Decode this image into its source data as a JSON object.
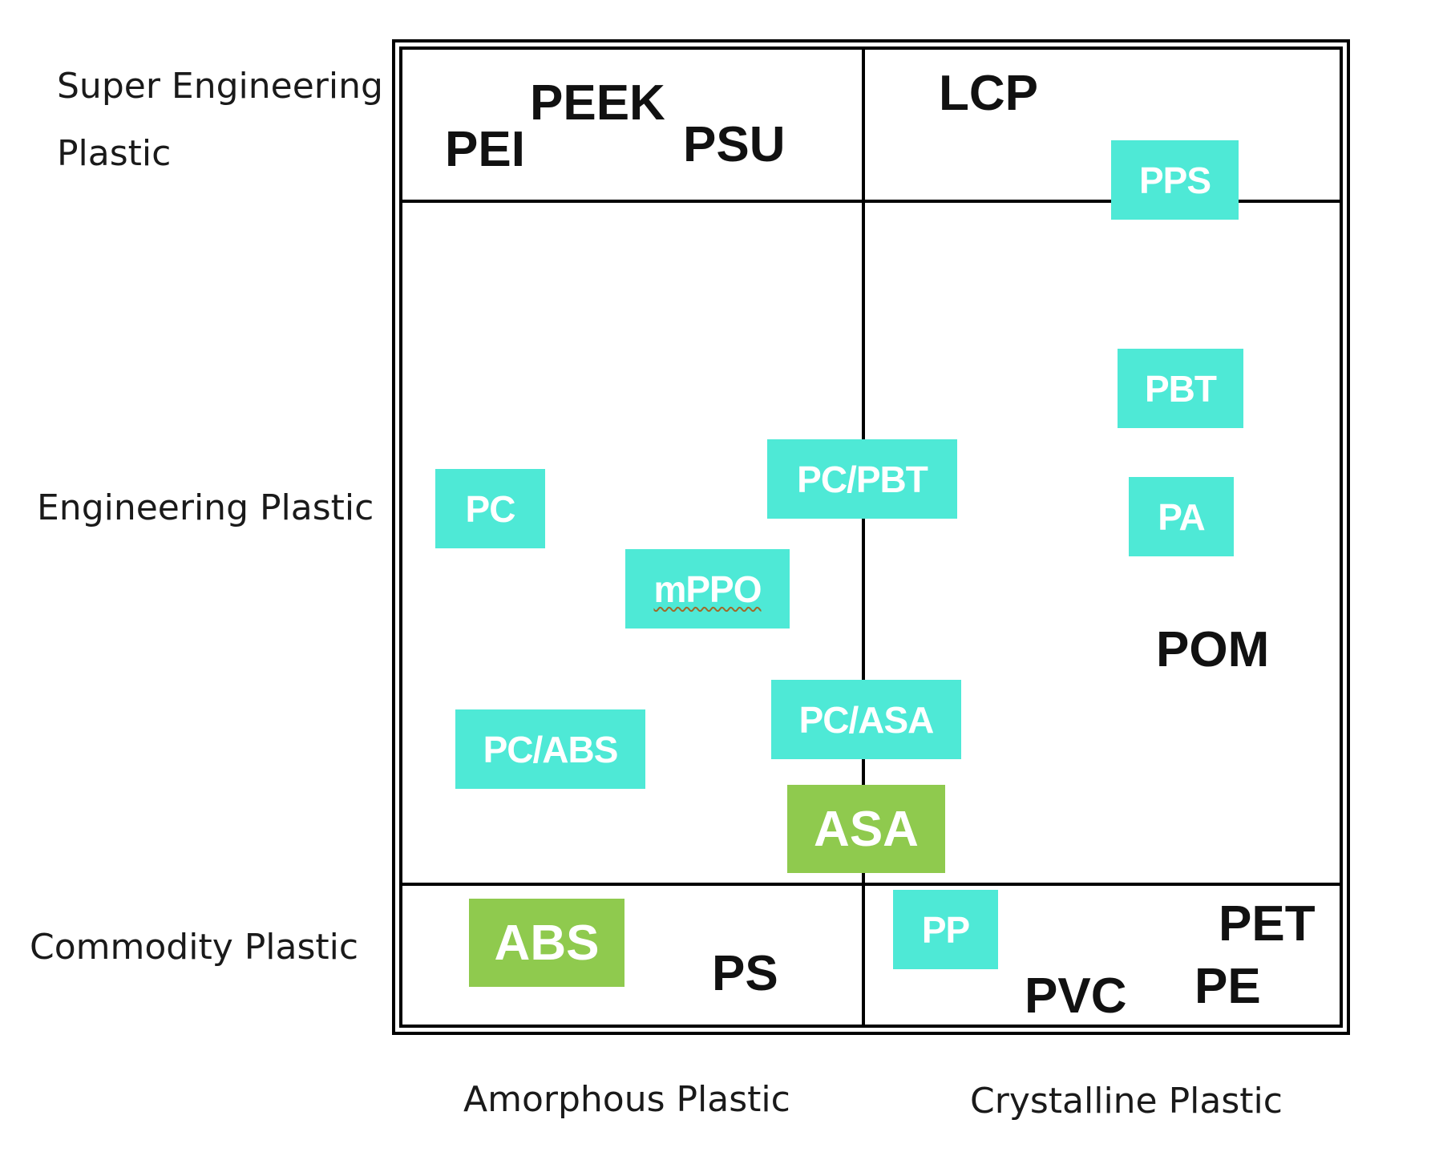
{
  "row_labels": {
    "super": [
      "Super Engineering",
      "Plastic"
    ],
    "engineering": "Engineering Plastic",
    "commodity": "Commodity Plastic"
  },
  "column_labels": {
    "amorphous": "Amorphous Plastic",
    "crystalline": "Crystalline Plastic"
  },
  "plain_materials": {
    "peek": "PEEK",
    "pei": "PEI",
    "psu": "PSU",
    "lcp": "LCP",
    "pom": "POM",
    "ps": "PS",
    "pet": "PET",
    "pe": "PE",
    "pvc": "PVC"
  },
  "highlighted_materials": {
    "pps": "PPS",
    "pbt": "PBT",
    "pa": "PA",
    "pc": "PC",
    "pc_pbt": "PC/PBT",
    "mppo": "mPPO",
    "pc_abs": "PC/ABS",
    "pc_asa": "PC/ASA",
    "asa": "ASA",
    "abs": "ABS",
    "pp": "PP"
  },
  "colors": {
    "teal_box": "#4ee9d6",
    "green_box": "#8fca4e",
    "grid_line": "#000000"
  }
}
